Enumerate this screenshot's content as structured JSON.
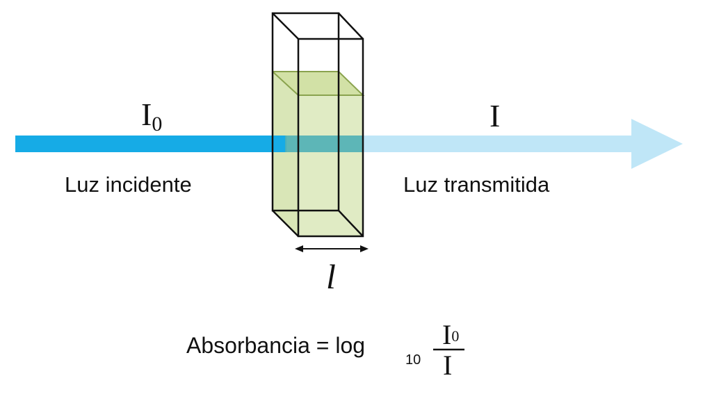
{
  "incident": {
    "symbol": "I",
    "subscript": "0",
    "label": "Luz incidente"
  },
  "transmitted": {
    "symbol": "I",
    "label": "Luz transmitida"
  },
  "cuvette": {
    "path_length_symbol": "l"
  },
  "formula": {
    "lhs": "Absorbancia",
    "equals": "=",
    "log": "log",
    "log_base": "10",
    "numerator": "I",
    "numerator_subscript": "0",
    "denominator": "I"
  },
  "colors": {
    "incident_beam": "#16abe6",
    "transmitted_beam": "#bfe6f7",
    "beam_in_cuvette": "#4fb0b6",
    "liquid": "#e0ebc4",
    "liquid_edge": "#8aa34e",
    "outline": "#111111"
  }
}
